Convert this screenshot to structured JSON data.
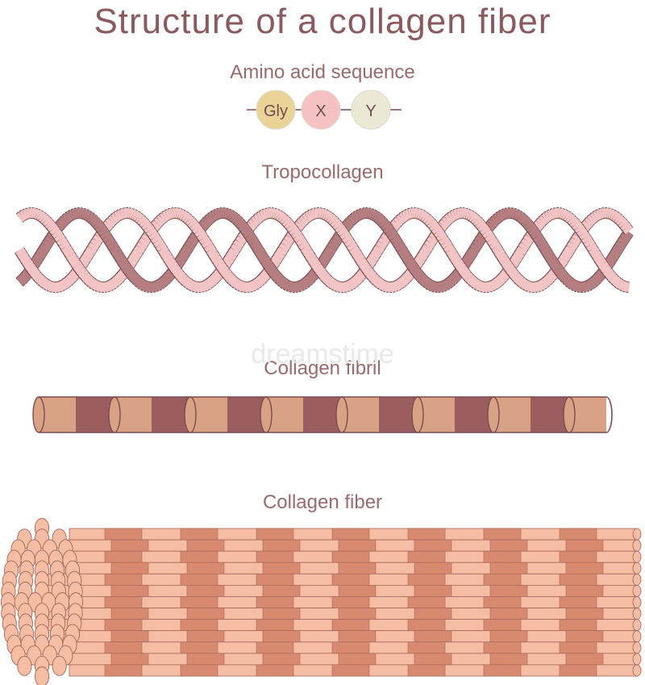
{
  "title": "Structure of a collagen fiber",
  "sections": {
    "amino_acid": "Amino acid sequence",
    "tropocollagen": "Tropocollagen",
    "fibril": "Collagen fibril",
    "fiber": "Collagen fiber"
  },
  "amino_acids": [
    {
      "label": "Gly",
      "color": "#e9d396"
    },
    {
      "label": "X",
      "color": "#f6c1c3"
    },
    {
      "label": "Y",
      "color": "#ece8d6"
    }
  ],
  "watermark": "dreamstime",
  "colors": {
    "text": "#8a5a5e",
    "strand_light": "#f2c4c6",
    "strand_dark": "#b57e80",
    "outline": "#7a4d50",
    "fibril_light": "#d9a285",
    "fibril_dark": "#9b5d60",
    "fiber_light": "#f5bda4",
    "fiber_dark": "#d88a70"
  }
}
